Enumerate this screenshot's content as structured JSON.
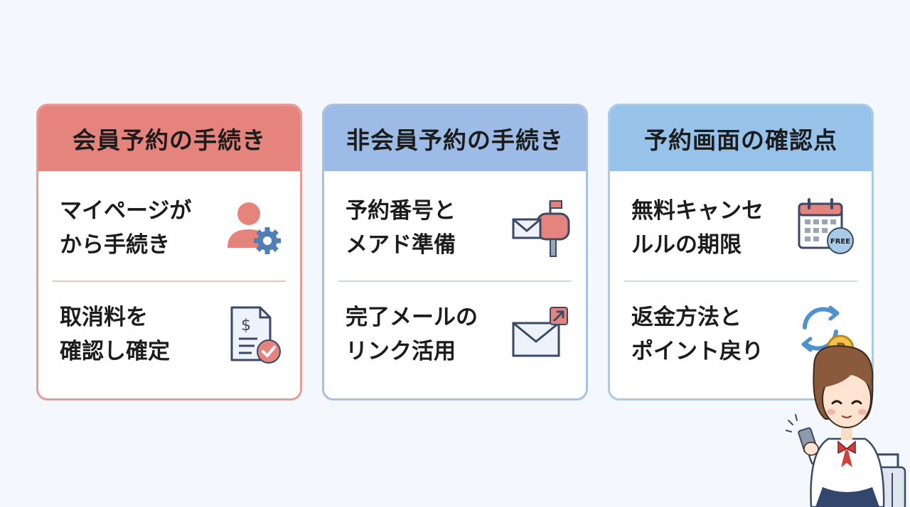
{
  "cards": [
    {
      "title": "会員予約の手続き",
      "items": [
        {
          "line1": "マイページが",
          "line2": "から手続き",
          "icon": "user-gear-icon"
        },
        {
          "line1": "取消料を",
          "line2": "確認し確定",
          "icon": "invoice-check-icon"
        }
      ]
    },
    {
      "title": "非会員予約の手続き",
      "items": [
        {
          "line1": "予約番号と",
          "line2": "メアド準備",
          "icon": "mailbox-icon"
        },
        {
          "line1": "完了メールの",
          "line2": "リンク活用",
          "icon": "email-link-icon"
        }
      ]
    },
    {
      "title": "予約画面の確認点",
      "items": [
        {
          "line1": "無料キャンセ",
          "line2": "ルルの期限",
          "icon": "calendar-free-icon",
          "badge": "FREE"
        },
        {
          "line1": "返金方法と",
          "line2": "ポイント戻り",
          "icon": "refund-coin-icon",
          "coin_symbol": "₽"
        }
      ]
    }
  ],
  "colors": {
    "red_header": "#e5837d",
    "blue_header": "#9cbbe6",
    "lightblue_header": "#97c3ea",
    "background": "#f4f7fb"
  }
}
